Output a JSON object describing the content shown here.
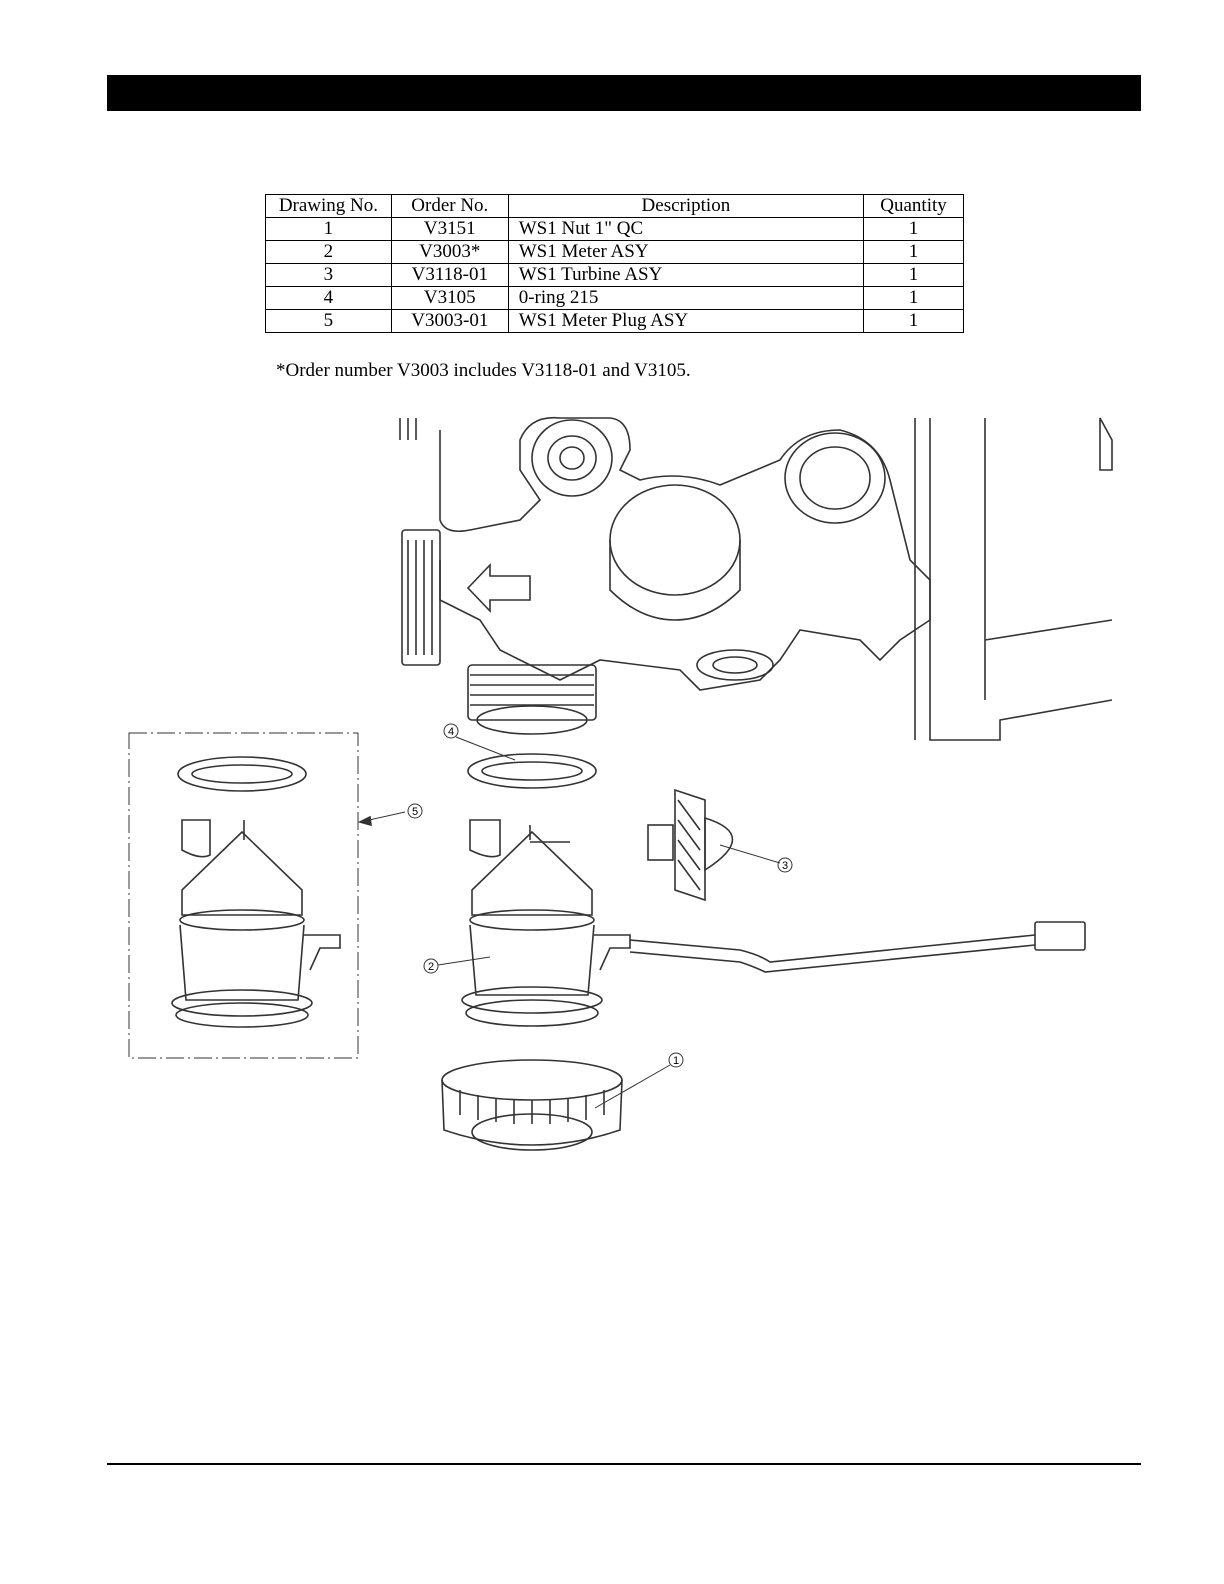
{
  "parts_table": {
    "headers": [
      "Drawing No.",
      "Order No.",
      "Description",
      "Quantity"
    ],
    "rows": [
      {
        "drawing_no": "1",
        "order_no": "V3151",
        "description": "WS1 Nut 1\" QC",
        "quantity": "1"
      },
      {
        "drawing_no": "2",
        "order_no": "V3003*",
        "description": "WS1 Meter ASY",
        "quantity": "1"
      },
      {
        "drawing_no": "3",
        "order_no": "V3118-01",
        "description": "WS1 Turbine ASY",
        "quantity": "1"
      },
      {
        "drawing_no": "4",
        "order_no": "V3105",
        "description": "0-ring 215",
        "quantity": "1"
      },
      {
        "drawing_no": "5",
        "order_no": "V3003-01",
        "description": "WS1 Meter Plug ASY",
        "quantity": "1"
      }
    ]
  },
  "footnote": "*Order number V3003 includes V3118-01 and V3105.",
  "drawing": {
    "callouts": [
      "1",
      "2",
      "3",
      "4",
      "5"
    ]
  }
}
